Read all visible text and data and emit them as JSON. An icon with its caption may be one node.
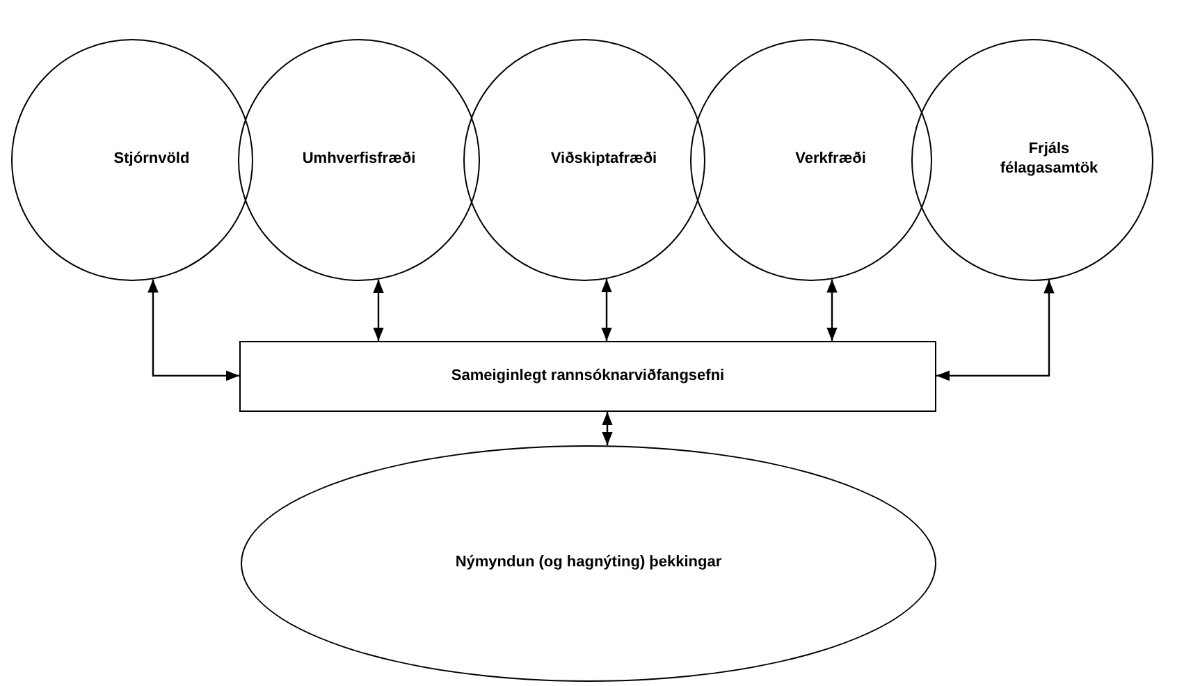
{
  "diagram": {
    "nodes": [
      {
        "text": [
          "Stjórnvöld"
        ]
      },
      {
        "text": [
          "Umhverfisfræði"
        ]
      },
      {
        "text": [
          "Viðskiptafræði"
        ]
      },
      {
        "text": [
          "Verkfræði"
        ]
      },
      {
        "text": [
          "Frjáls félagasamtök"
        ]
      },
      {
        "text": [
          "Sameiginlegt rannsóknarviðfangsefni"
        ]
      },
      {
        "text": [
          "Nýmyndun (og hagnýting) þekkingar"
        ]
      }
    ],
    "edges": [
      {
        "from": 0,
        "to": 5,
        "arrow": "both"
      },
      {
        "from": 1,
        "to": 5,
        "arrow": "both"
      },
      {
        "from": 2,
        "to": 5,
        "arrow": "both"
      },
      {
        "from": 3,
        "to": 5,
        "arrow": "both"
      },
      {
        "from": 4,
        "to": 5,
        "arrow": "both"
      },
      {
        "from": 5,
        "to": 6,
        "arrow": "both"
      }
    ]
  }
}
